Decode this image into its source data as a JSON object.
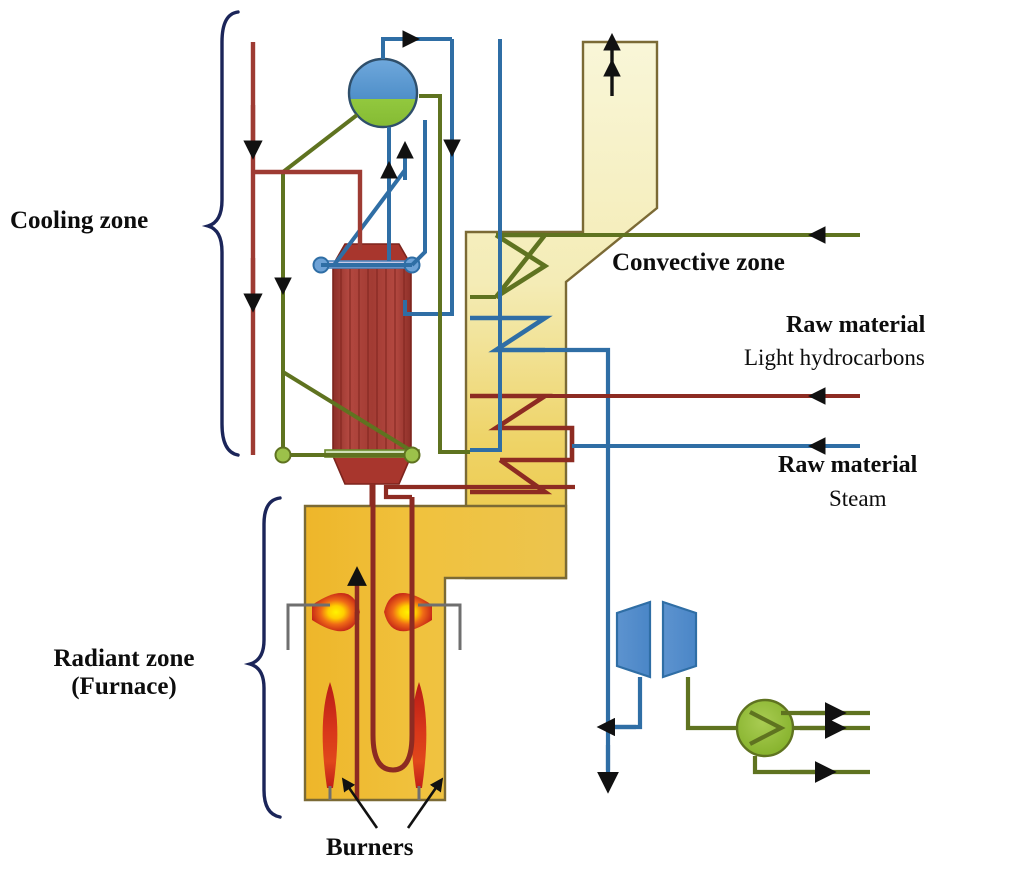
{
  "figure": {
    "title": "Steam cracking furnace process flow diagram",
    "type": "process-flow-diagram"
  },
  "labels": {
    "cooling_zone": "Cooling zone",
    "radiant_zone_line1": "Radiant zone",
    "radiant_zone_line2": "(Furnace)",
    "convective_zone": "Convective zone",
    "raw_material_1_title": "Raw material",
    "raw_material_1_sub": "Light hydrocarbons",
    "raw_material_2_title": "Raw material",
    "raw_material_2_sub": "Steam",
    "burners": "Burners"
  },
  "colors": {
    "process_red": "#9e3b33",
    "dark_red": "#8d2b22",
    "steam_blue": "#2f6ea5",
    "light_blue": "#5b9bd5",
    "olive_green": "#5f7320",
    "bright_green": "#7fa32a",
    "drum_blue": "#5b9bd5",
    "drum_green": "#8dc63f",
    "furnace_gold": "#eeb82b",
    "convective_pale": "#f7f3cf",
    "flame_red": "#c0201c",
    "flame_yellow": "#ffe600",
    "brace_navy": "#1b2559",
    "outline_brown": "#7b6a35",
    "burner_grey": "#6f6f6f",
    "label_black": "#0d0d0d"
  },
  "components": [
    {
      "name": "steam-drum",
      "kind": "vessel",
      "note": "two-phase drum, blue vapour top / green liquid bottom"
    },
    {
      "name": "transfer-line-exchanger",
      "kind": "heat-exchanger",
      "note": "vertical shell-and-tube quench exchanger"
    },
    {
      "name": "radiant-coil",
      "kind": "coil",
      "note": "U-shaped cracking coil inside furnace"
    },
    {
      "name": "convective-coil-green",
      "kind": "coil"
    },
    {
      "name": "convective-coil-blue",
      "kind": "coil"
    },
    {
      "name": "convective-coil-red-upper",
      "kind": "coil"
    },
    {
      "name": "convective-coil-red-lower",
      "kind": "coil"
    },
    {
      "name": "burner-left",
      "kind": "burner"
    },
    {
      "name": "burner-right",
      "kind": "burner"
    },
    {
      "name": "compressor-stage-1",
      "kind": "compressor"
    },
    {
      "name": "compressor-stage-2",
      "kind": "compressor"
    },
    {
      "name": "separator-exchanger",
      "kind": "exchanger",
      "note": "green circular unit with three product outlets"
    },
    {
      "name": "stack",
      "kind": "flue-gas-stack"
    }
  ],
  "streams": [
    {
      "name": "flue-gas-exhaust",
      "color": "#111111",
      "direction": "up",
      "location": "stack-top"
    },
    {
      "name": "light-hydrocarbons-feed",
      "color": "#9e3b33",
      "direction": "left"
    },
    {
      "name": "steam-feed",
      "color": "#2f6ea5",
      "direction": "left"
    },
    {
      "name": "boiler-feed-water",
      "color": "#5f7320",
      "direction": "left"
    },
    {
      "name": "product-outlet-1",
      "color": "#5f7320",
      "direction": "right"
    },
    {
      "name": "product-outlet-2",
      "color": "#5f7320",
      "direction": "right"
    },
    {
      "name": "product-outlet-3",
      "color": "#5f7320",
      "direction": "right"
    },
    {
      "name": "quench-water-down",
      "color": "#2f6ea5",
      "direction": "down"
    }
  ]
}
